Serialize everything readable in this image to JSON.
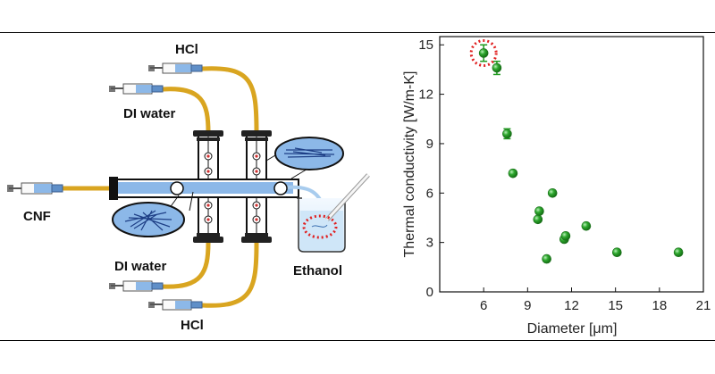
{
  "diagram": {
    "labels": {
      "hcl_top": "HCl",
      "di_water_top": "DI water",
      "cnf": "CNF",
      "di_water_bottom": "DI water",
      "hcl_bottom": "HCl",
      "ethanol": "Ethanol"
    },
    "colors": {
      "tube": "#d9a520",
      "channel": "#8cb8e8",
      "highlight": "#e02020"
    }
  },
  "chart_data": {
    "type": "scatter",
    "xlabel": "Diameter [μm]",
    "ylabel": "Thermal conductivity [W/m-K]",
    "xlim": [
      3,
      21
    ],
    "ylim": [
      0,
      15.5
    ],
    "xticks": [
      "6",
      "9",
      "12",
      "15",
      "18",
      "21"
    ],
    "yticks": [
      "0",
      "3",
      "6",
      "9",
      "12",
      "15"
    ],
    "x_tick_values": [
      6,
      9,
      12,
      15,
      18,
      21
    ],
    "y_tick_values": [
      0,
      3,
      6,
      9,
      12,
      15
    ],
    "marker_color": "#1f9a1f",
    "highlight_color": "#e02020",
    "points": [
      {
        "x": 6.0,
        "y": 14.5,
        "err": 0.5,
        "highlight": true
      },
      {
        "x": 6.9,
        "y": 13.6,
        "err": 0.4
      },
      {
        "x": 7.6,
        "y": 9.6,
        "err": 0.3
      },
      {
        "x": 8.0,
        "y": 7.2,
        "err": 0.0
      },
      {
        "x": 9.7,
        "y": 4.4,
        "err": 0.0
      },
      {
        "x": 9.8,
        "y": 4.9,
        "err": 0.0
      },
      {
        "x": 10.3,
        "y": 2.0,
        "err": 0.0
      },
      {
        "x": 10.7,
        "y": 6.0,
        "err": 0.0
      },
      {
        "x": 11.5,
        "y": 3.2,
        "err": 0.0
      },
      {
        "x": 11.6,
        "y": 3.4,
        "err": 0.0
      },
      {
        "x": 13.0,
        "y": 4.0,
        "err": 0.0
      },
      {
        "x": 15.1,
        "y": 2.4,
        "err": 0.0
      },
      {
        "x": 19.3,
        "y": 2.4,
        "err": 0.0
      }
    ]
  }
}
